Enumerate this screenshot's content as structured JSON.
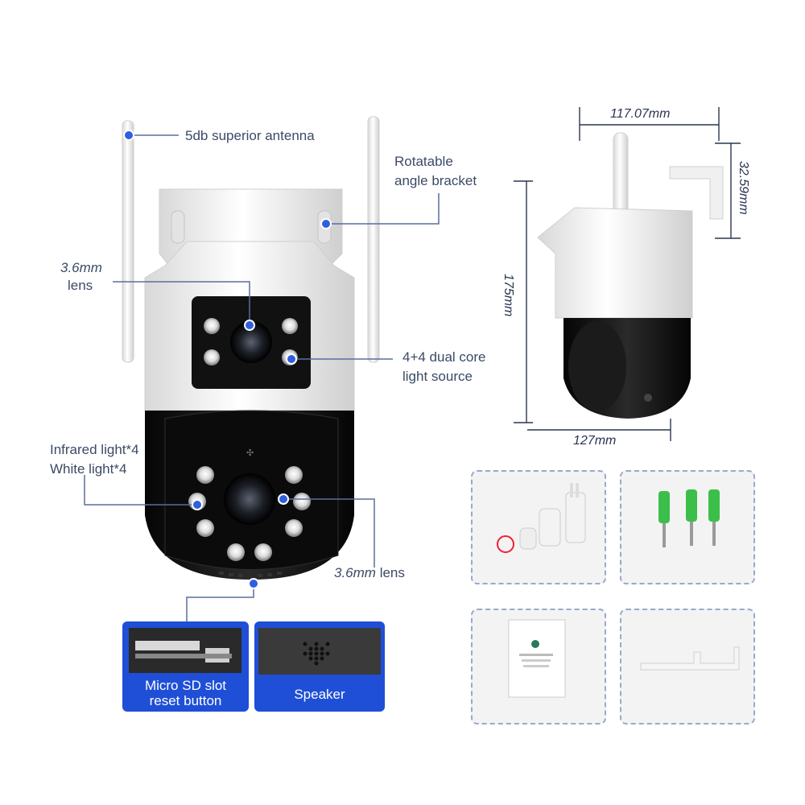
{
  "labels": {
    "antenna": "5db superior antenna",
    "bracket_line1": "Rotatable",
    "bracket_line2": "angle bracket",
    "top_lens_line1": "3.6mm",
    "top_lens_line2": "lens",
    "light_source_line1": "4+4 dual core",
    "light_source_line2": "light source",
    "infrared_line1": "Infrared light*4",
    "infrared_line2": "White light*4",
    "bottom_lens_mm": "3.6mm",
    "bottom_lens_word": "lens"
  },
  "insets": {
    "sd_slot_line1": "Micro SD slot",
    "sd_slot_line2": "reset button",
    "speaker": "Speaker"
  },
  "dimensions": {
    "width_top": "117.07mm",
    "bracket_height": "32.59mm",
    "height": "175mm",
    "base_width": "127mm"
  },
  "colors": {
    "accent_blue": "#1f4fd6",
    "callout_line": "#5a6e9c",
    "camera_black": "#141414",
    "camera_white": "#f4f4f4",
    "screw_green": "#3cbf4a"
  },
  "icons": [
    "antenna-icon",
    "bracket-icon",
    "lens-icon",
    "led-icon",
    "speaker-grille-icon",
    "screw-icon",
    "manual-icon",
    "bracket-plate-icon"
  ]
}
